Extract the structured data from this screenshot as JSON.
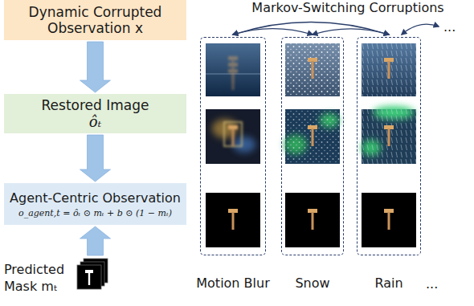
{
  "diagram": {
    "title": "Markov-Switching Corruptions",
    "nodes": [
      {
        "text": [
          "Dynamic Corrupted Observation x"
        ]
      },
      {
        "text": [
          "Restored Image",
          "ôₜ"
        ]
      },
      {
        "text": [
          "Agent-Centric Observation",
          "o_agent,t = ôₜ ⊙ mₜ + b ⊙ (1 − mₜ)"
        ]
      },
      {
        "text": [
          "Predicted Mask mₜ"
        ]
      },
      {
        "text": [
          "Motion Blur"
        ]
      },
      {
        "text": [
          "Snow"
        ]
      },
      {
        "text": [
          "Rain"
        ]
      }
    ],
    "edges": [
      {
        "from": 0,
        "to": 1,
        "arrow": "to"
      },
      {
        "from": 1,
        "to": 2,
        "arrow": "to"
      },
      {
        "from": 3,
        "to": 2,
        "arrow": "to"
      },
      {
        "from": 4,
        "to": 5,
        "arrow": "both"
      },
      {
        "from": 5,
        "to": 6,
        "arrow": "both"
      },
      {
        "from": 4,
        "to": 6,
        "arrow": "both"
      }
    ],
    "labels": [
      "...",
      "..."
    ]
  }
}
